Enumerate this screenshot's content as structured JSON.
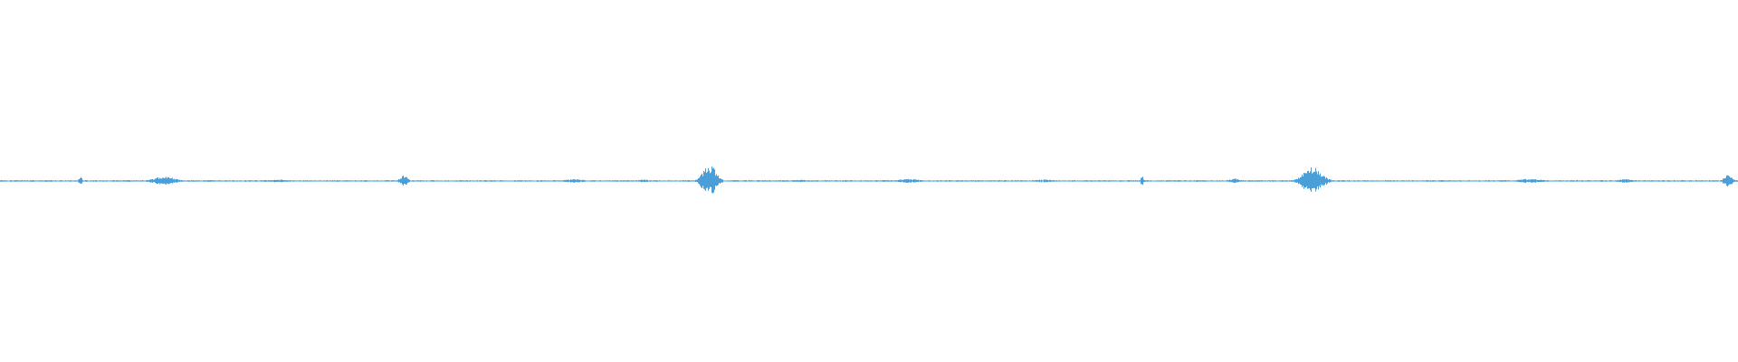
{
  "waveform": {
    "color": "#4a9fd8",
    "background": "#ffffff",
    "amplitude_scale": 1.0,
    "noise_floor": 0.004,
    "bursts": [
      {
        "position": 0.046,
        "amplitude": 0.03,
        "width": 0.0015
      },
      {
        "position": 0.094,
        "amplitude": 0.022,
        "width": 0.012
      },
      {
        "position": 0.16,
        "amplitude": 0.008,
        "width": 0.01
      },
      {
        "position": 0.232,
        "amplitude": 0.03,
        "width": 0.004
      },
      {
        "position": 0.33,
        "amplitude": 0.01,
        "width": 0.01
      },
      {
        "position": 0.37,
        "amplitude": 0.01,
        "width": 0.004
      },
      {
        "position": 0.408,
        "amplitude": 0.085,
        "width": 0.007
      },
      {
        "position": 0.46,
        "amplitude": 0.008,
        "width": 0.006
      },
      {
        "position": 0.523,
        "amplitude": 0.01,
        "width": 0.012
      },
      {
        "position": 0.6,
        "amplitude": 0.008,
        "width": 0.01
      },
      {
        "position": 0.657,
        "amplitude": 0.028,
        "width": 0.0015
      },
      {
        "position": 0.71,
        "amplitude": 0.012,
        "width": 0.006
      },
      {
        "position": 0.755,
        "amplitude": 0.07,
        "width": 0.01
      },
      {
        "position": 0.88,
        "amplitude": 0.012,
        "width": 0.012
      },
      {
        "position": 0.935,
        "amplitude": 0.01,
        "width": 0.008
      },
      {
        "position": 0.994,
        "amplitude": 0.04,
        "width": 0.004
      }
    ]
  }
}
